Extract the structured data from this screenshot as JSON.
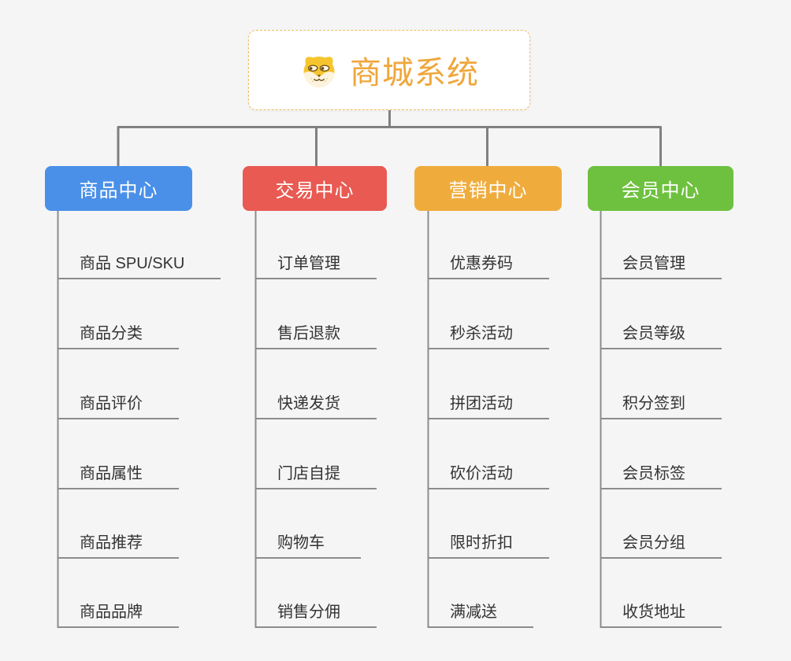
{
  "root": {
    "title": "商城系统",
    "icon": "doge-icon",
    "title_color": "#f0a63a",
    "border_color": "#f0bc62"
  },
  "colors": {
    "background": "#f5f5f6",
    "connector": "#808080",
    "subtopic_line": "#8c8c8c",
    "subtopic_text": "#333333"
  },
  "branches": [
    {
      "label": "商品中心",
      "color": "#4a90e8",
      "items": [
        "商品 SPU/SKU",
        "商品分类",
        "商品评价",
        "商品属性",
        "商品推荐",
        "商品品牌"
      ]
    },
    {
      "label": "交易中心",
      "color": "#e85a52",
      "items": [
        "订单管理",
        "售后退款",
        "快递发货",
        "门店自提",
        "购物车",
        "销售分佣"
      ]
    },
    {
      "label": "营销中心",
      "color": "#efac3d",
      "items": [
        "优惠券码",
        "秒杀活动",
        "拼团活动",
        "砍价活动",
        "限时折扣",
        "满减送"
      ]
    },
    {
      "label": "会员中心",
      "color": "#6ec13f",
      "items": [
        "会员管理",
        "会员等级",
        "积分签到",
        "会员标签",
        "会员分组",
        "收货地址"
      ]
    }
  ]
}
